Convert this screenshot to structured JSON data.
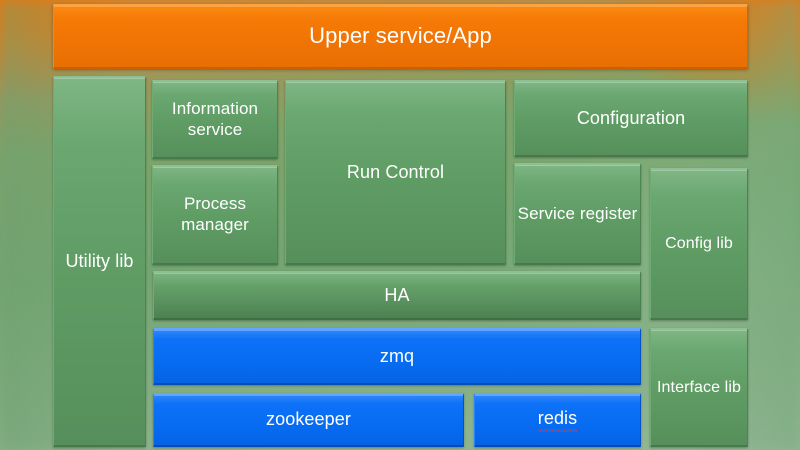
{
  "diagram": {
    "title_bar": {
      "label": "Upper service/App",
      "color": "#f07404"
    },
    "colors": {
      "green": "#5f9c64",
      "green_dark": "#578f5c",
      "orange": "#f07404",
      "blue": "#076cf2",
      "text": "#ffffff",
      "spellcheck_underline": "#d83a3a"
    },
    "left_column": {
      "label": "Utility lib",
      "color": "#5f9c64"
    },
    "service_column": [
      {
        "label": "Information service",
        "color": "#5f9c64"
      },
      {
        "label": "Process manager",
        "color": "#5f9c64"
      }
    ],
    "center": {
      "label": "Run Control",
      "color": "#5f9c64"
    },
    "config_column": [
      {
        "label": "Configuration",
        "color": "#5f9c64"
      },
      {
        "label": "Service register",
        "color": "#5f9c64"
      }
    ],
    "right_column": [
      {
        "label": "Config lib",
        "color": "#5f9c64"
      },
      {
        "label": "Interface lib",
        "color": "#5f9c64"
      }
    ],
    "middleware_rows": [
      {
        "label": "HA",
        "color": "#578f5c"
      },
      {
        "label": "zmq",
        "color": "#076cf2"
      }
    ],
    "bottom_row": [
      {
        "label": "zookeeper",
        "color": "#076cf2",
        "spellcheck": false
      },
      {
        "label": "redis",
        "color": "#076cf2",
        "spellcheck": true
      }
    ]
  }
}
